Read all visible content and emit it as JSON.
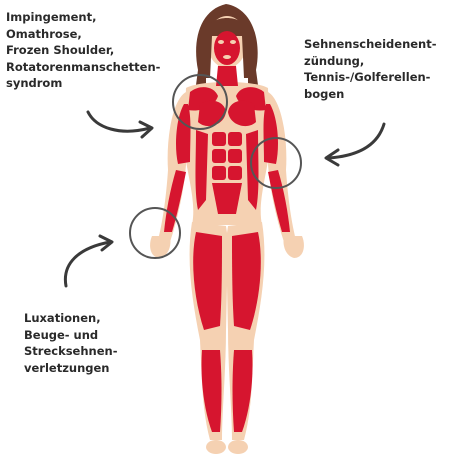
{
  "labels": {
    "shoulder": "Impingement,\nOmathrose,\nFrozen Shoulder,\nRotatorenmanschetten-\nsyndrom",
    "elbow": "Sehnenscheidenent-\nzündung,\nTennis-/Golferellen-\nbogen",
    "hand": "Luxationen,\nBeuge- und\nStrecksehnen-\nverletzungen"
  },
  "colors": {
    "muscle": "#d6152f",
    "skin": "#f5d1b2",
    "hair": "#6a3a2a",
    "text": "#2a2a2a",
    "arrow": "#3a3a3a"
  },
  "icons": [
    "curved-arrow-icon",
    "highlight-circle"
  ]
}
